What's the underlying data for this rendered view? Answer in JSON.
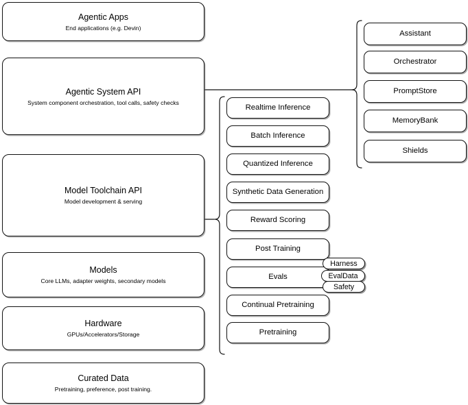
{
  "diagram": {
    "type": "layered-stack-architecture",
    "background_color": "#ffffff",
    "stroke_color": "#111111",
    "layers": [
      {
        "id": "agentic-apps",
        "title": "Agentic Apps",
        "subtitle": "End applications (e.g. Devin)"
      },
      {
        "id": "agentic-system-api",
        "title": "Agentic System API",
        "subtitle": "System component orchestration, tool calls, safety checks"
      },
      {
        "id": "model-toolchain-api",
        "title": "Model Toolchain API",
        "subtitle": "Model development & serving"
      },
      {
        "id": "models",
        "title": "Models",
        "subtitle": "Core LLMs, adapter weights, secondary models"
      },
      {
        "id": "hardware",
        "title": "Hardware",
        "subtitle": "GPUs/Accelerators/Storage"
      },
      {
        "id": "curated-data",
        "title": "Curated Data",
        "subtitle": "Pretraining, preference, post training."
      }
    ],
    "toolchain_column": {
      "connects_to": "model-toolchain-api",
      "items": [
        {
          "id": "realtime-inference",
          "label": "Realtime Inference"
        },
        {
          "id": "batch-inference",
          "label": "Batch Inference"
        },
        {
          "id": "quantized-inference",
          "label": "Quantized Inference"
        },
        {
          "id": "synthetic-data-generation",
          "label": "Synthetic Data Generation"
        },
        {
          "id": "reward-scoring",
          "label": "Reward Scoring"
        },
        {
          "id": "post-training",
          "label": "Post Training"
        },
        {
          "id": "evals",
          "label": "Evals"
        },
        {
          "id": "continual-pretraining",
          "label": "Continual Pretraining"
        },
        {
          "id": "pretraining",
          "label": "Pretraining"
        }
      ]
    },
    "system_column": {
      "connects_to": "agentic-system-api",
      "items": [
        {
          "id": "assistant",
          "label": "Assistant"
        },
        {
          "id": "orchestrator",
          "label": "Orchestrator"
        },
        {
          "id": "promptstore",
          "label": "PromptStore"
        },
        {
          "id": "memorybank",
          "label": "MemoryBank"
        },
        {
          "id": "shields",
          "label": "Shields"
        }
      ]
    },
    "eval_pills": {
      "attached_to": "evals",
      "items": [
        {
          "id": "harness",
          "label": "Harness"
        },
        {
          "id": "evaldata",
          "label": "EvalData"
        },
        {
          "id": "safety",
          "label": "Safety"
        }
      ]
    }
  }
}
